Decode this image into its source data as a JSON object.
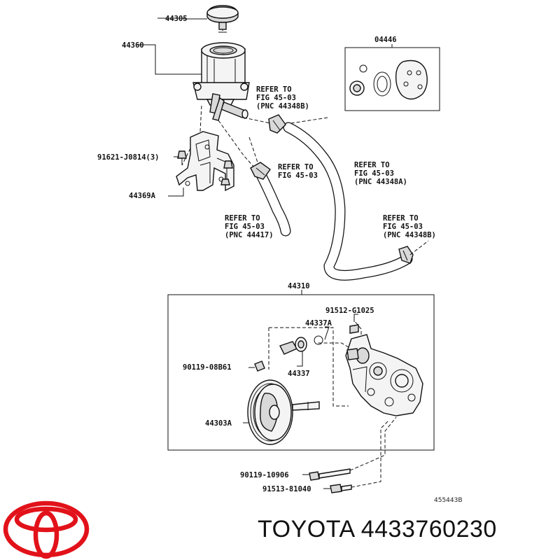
{
  "labels": {
    "p44305": "44305",
    "p44360": "44360",
    "p04446": "04446",
    "p91621": "91621-J0814(3)",
    "p44369a": "44369A",
    "p44310": "44310",
    "p91512": "91512-G1025",
    "p44337a": "44337A",
    "p90119a": "90119-08B61",
    "p44337": "44337",
    "p44303a": "44303A",
    "p90119b": "90119-10906",
    "p91513": "91513-81040"
  },
  "references": {
    "ref1": [
      "REFER TO",
      "FIG 45-03",
      "(PNC 44348B)"
    ],
    "ref2": [
      "REFER TO",
      "FIG 45-03"
    ],
    "ref3": [
      "REFER TO",
      "FIG 45-03",
      "(PNC 44348A)"
    ],
    "ref4": [
      "REFER TO",
      "FIG 45-03",
      "(PNC 44417)"
    ],
    "ref5": [
      "REFER TO",
      "FIG 45-03",
      "(PNC 44348B)"
    ]
  },
  "diagram_code": "455443B",
  "brand": {
    "text": "TOYOTA 4433760230",
    "logo_color": "#e2121a"
  }
}
